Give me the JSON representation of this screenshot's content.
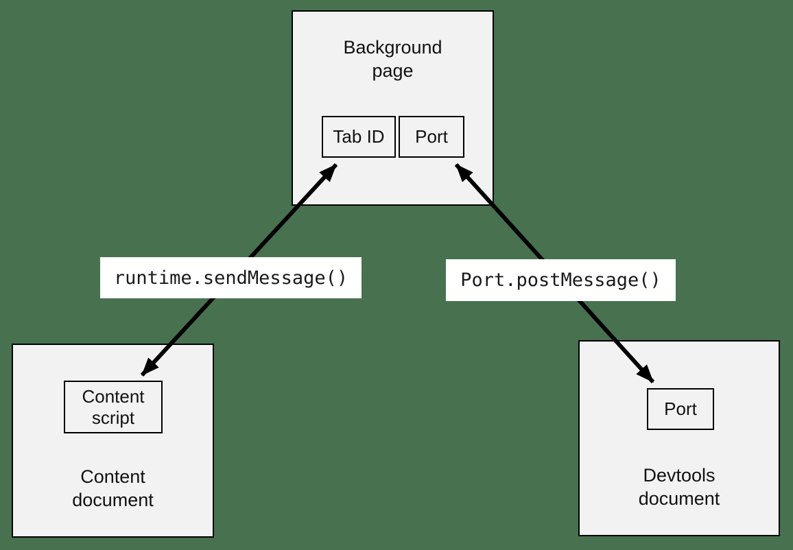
{
  "diagram": {
    "background_color": "#487150",
    "node_fill": "#F2F2F2",
    "edge_label_fill": "#FFFFFF",
    "stroke_color": "#000000"
  },
  "nodes": {
    "background_page": {
      "title": "Background\npage",
      "cells": [
        {
          "label": "Tab ID"
        },
        {
          "label": "Port"
        }
      ]
    },
    "content_document": {
      "title": "Content\ndocument",
      "inner_box": {
        "label": "Content\nscript"
      }
    },
    "devtools_document": {
      "title": "Devtools\ndocument",
      "inner_box": {
        "label": "Port"
      }
    }
  },
  "edges": [
    {
      "label": "runtime.sendMessage()",
      "from": "content_document.content_script",
      "to": "background_page.tab_id",
      "style": "double-arrow"
    },
    {
      "label": "Port.postMessage()",
      "from": "devtools_document.port",
      "to": "background_page.port",
      "style": "double-arrow"
    }
  ]
}
